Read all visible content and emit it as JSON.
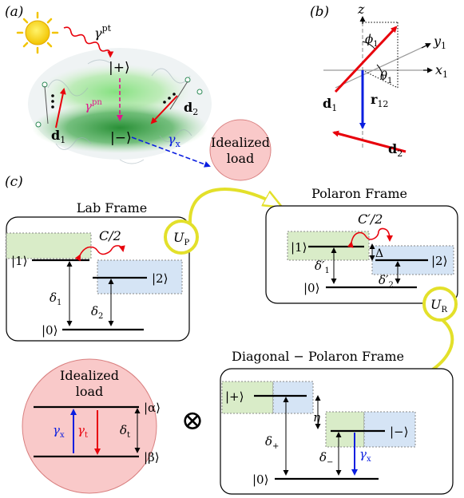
{
  "panel_labels": {
    "a": "(a)",
    "b": "(b)",
    "c": "(c)"
  },
  "panel_a": {
    "ket_plus": "|+⟩",
    "ket_minus": "|−⟩",
    "gamma_pt": "γ",
    "gamma_pt_sup": "pt",
    "gamma_pn": "γ",
    "gamma_pn_sup": "pn",
    "gamma_x": "γ",
    "gamma_x_sub": "x",
    "d1": "d",
    "d1_sub": "1",
    "d2": "d",
    "d2_sub": "2",
    "load_line1": "Idealized",
    "load_line2": "load"
  },
  "panel_b": {
    "z": "z",
    "y1": "y",
    "y1_sub": "1",
    "x1": "x",
    "x1_sub": "1",
    "phi1": "ϕ",
    "phi1_sub": "1",
    "theta1": "θ",
    "theta1_sub": "1",
    "d1": "d",
    "d1_sub": "1",
    "r12": "r",
    "r12_sub": "12",
    "d2": "d",
    "d2_sub": "2"
  },
  "lab_frame": {
    "title": "Lab Frame",
    "coupling": "C/2",
    "ket1": "|1⟩",
    "ket2": "|2⟩",
    "ket0": "|0⟩",
    "delta1": "δ",
    "delta1_sub": "1",
    "delta2": "δ",
    "delta2_sub": "2"
  },
  "transform_p": {
    "label": "U",
    "sub": "P"
  },
  "transform_r": {
    "label": "U",
    "sub": "R"
  },
  "polaron_frame": {
    "title": "Polaron Frame",
    "coupling": "C′/2",
    "ket1": "|1⟩",
    "ket2": "|2⟩",
    "ket0": "|0⟩",
    "Delta": "Δ",
    "delta1": "δ′",
    "delta1_sub": "1",
    "delta2": "δ′",
    "delta2_sub": "2"
  },
  "diag_frame": {
    "title": "Diagonal − Polaron Frame",
    "ket_plus": "|+⟩",
    "ket_minus": "|−⟩",
    "ket0": "|0⟩",
    "eta": "η",
    "delta_plus": "δ",
    "delta_plus_sub": "+",
    "delta_minus": "δ",
    "delta_minus_sub": "−",
    "gamma_x": "γ",
    "gamma_x_sub": "x"
  },
  "idealized_load": {
    "line1": "Idealized",
    "line2": "load",
    "ket_alpha": "|α⟩",
    "ket_beta": "|β⟩",
    "gamma_x": "γ",
    "gamma_x_sub": "x",
    "gamma_t": "γ",
    "gamma_t_sub": "t",
    "delta_t": "δ",
    "delta_t_sub": "t"
  },
  "otimes": "⊗",
  "colors": {
    "red": "#e8000b",
    "blue": "#0a1ee0",
    "magenta": "#e0148c",
    "green_box": "#d9ecc8",
    "blue_box": "#d5e4f5",
    "yellow": "#e3e02a",
    "load_fill": "#f9c9c9",
    "sun": "#f7d411"
  }
}
